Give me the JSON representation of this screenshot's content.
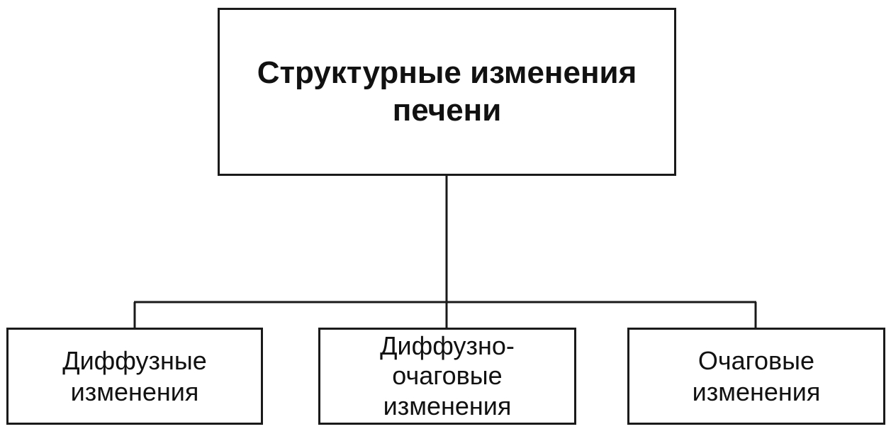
{
  "root": {
    "label": "Структурные изменения\nпечени"
  },
  "children": [
    {
      "label": "Диффузные\nизменения"
    },
    {
      "label": "Диффузно-\nочаговые\nизменения"
    },
    {
      "label": "Очаговые\nизменения"
    }
  ],
  "colors": {
    "stroke": "#1a1a1a",
    "background": "#ffffff"
  }
}
